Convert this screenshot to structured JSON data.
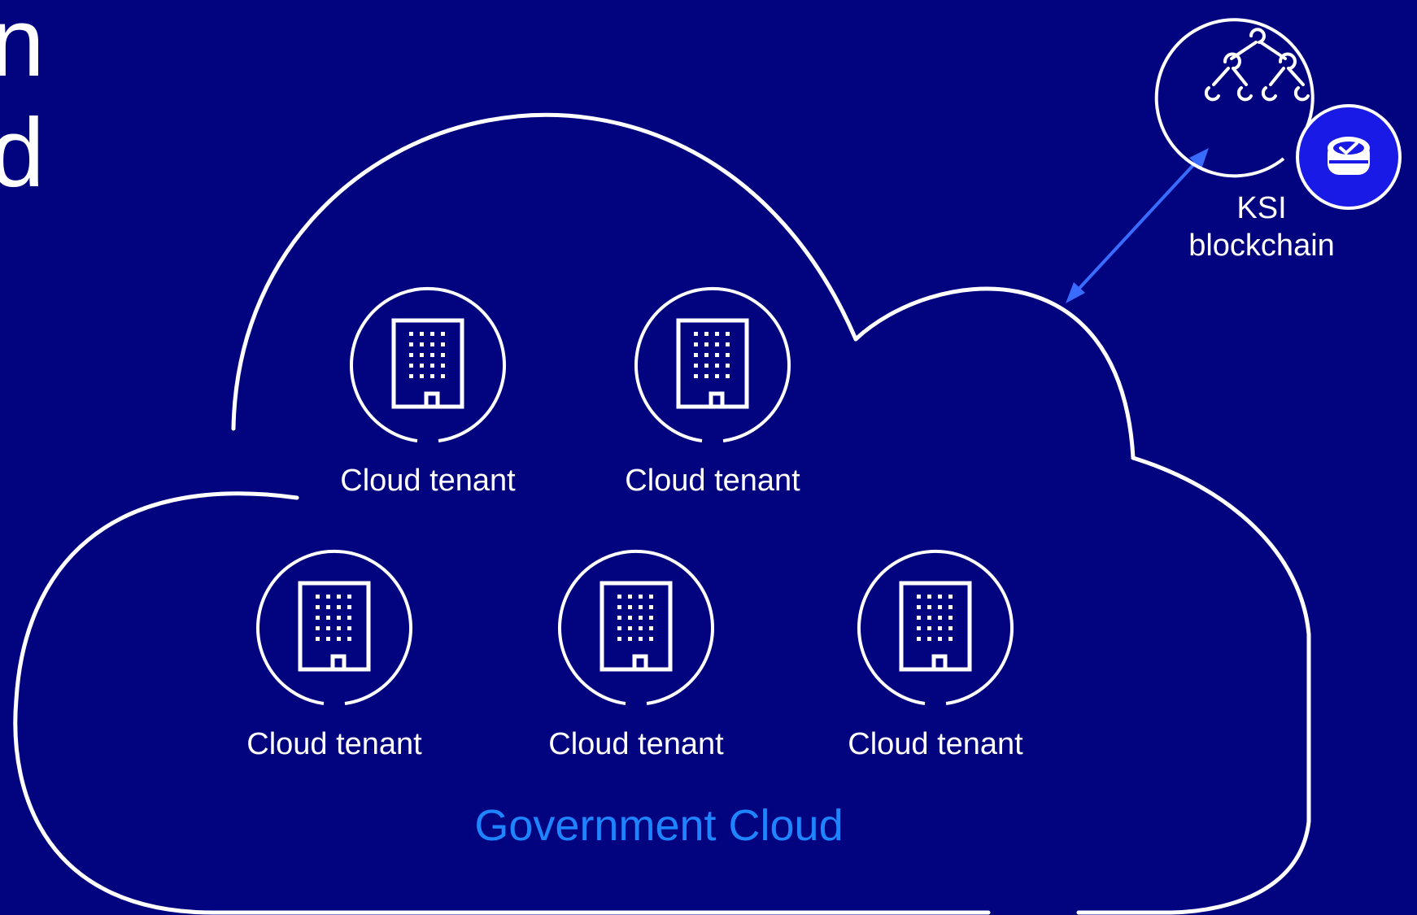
{
  "title_fragment": {
    "line1": "n",
    "line2": "d"
  },
  "cloud": {
    "label": "Government Cloud",
    "label_color": "#1F84FF"
  },
  "tenants": [
    {
      "label": "Cloud tenant",
      "icon": "office-building-icon"
    },
    {
      "label": "Cloud tenant",
      "icon": "office-building-icon"
    },
    {
      "label": "Cloud tenant",
      "icon": "office-building-icon"
    },
    {
      "label": "Cloud tenant",
      "icon": "office-building-icon"
    },
    {
      "label": "Cloud tenant",
      "icon": "office-building-icon"
    }
  ],
  "ksi": {
    "line1": "KSI",
    "line2": "blockchain",
    "icon": "tree-network-icon",
    "badge_icon": "database-check-icon",
    "badge_color": "#1A1AE6"
  },
  "colors": {
    "background": "#02037E",
    "stroke": "#FFFFFF",
    "arrow": "#3A6BFF"
  }
}
